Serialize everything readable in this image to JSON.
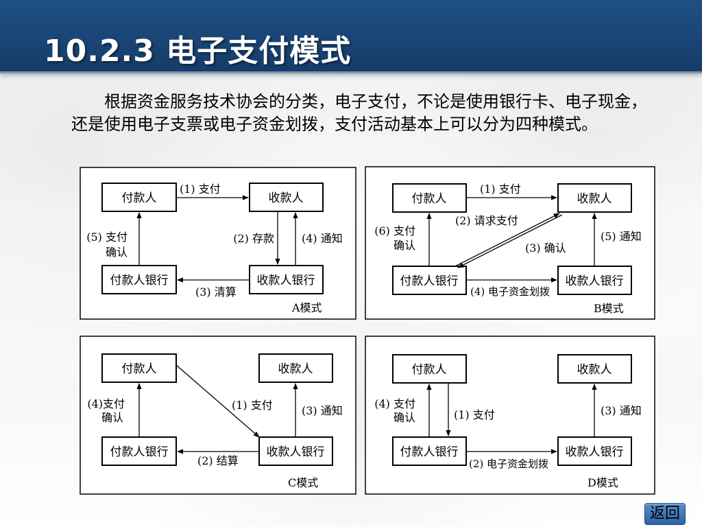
{
  "header": {
    "title": "10.2.3  电子支付模式"
  },
  "intro": {
    "text": "根据资金服务技术协会的分类，电子支付，不论是使用银行卡、电子现金，还是使用电子支票或电子资金划拨，支付活动基本上可以分为四种模式。"
  },
  "diagrams": {
    "a": {
      "caption": "A模式",
      "payer": "付款人",
      "payee": "收款人",
      "payer_bank": "付款人银行",
      "payee_bank": "收款人银行",
      "step1": "(1) 支付",
      "step2": "(2) 存款",
      "step3": "(3) 清算",
      "step4": "(4) 通知",
      "step5_line1": "(5) 支付",
      "step5_line2": "确认"
    },
    "b": {
      "caption": "B模式",
      "payer": "付款人",
      "payee": "收款人",
      "payer_bank": "付款人银行",
      "payee_bank": "收款人银行",
      "step1": "(1) 支付",
      "step2": "(2) 请求支付",
      "step3": "(3) 确认",
      "step4": "(4) 电子资金划拨",
      "step5": "(5) 通知",
      "step6_line1": "(6) 支付",
      "step6_line2": "确认"
    },
    "c": {
      "caption": "C模式",
      "payer": "付款人",
      "payee": "收款人",
      "payer_bank": "付款人银行",
      "payee_bank": "收款人银行",
      "step1": "(1) 支付",
      "step2": "(2) 结算",
      "step3": "(3) 通知",
      "step4_line1": "(4)支付",
      "step4_line2": "确认"
    },
    "d": {
      "caption": "D模式",
      "payer": "付款人",
      "payee": "收款人",
      "payer_bank": "付款人银行",
      "payee_bank": "收款人银行",
      "step1": "(1) 支付",
      "step2": "(2) 电子资金划拨",
      "step3": "(3) 通知",
      "step4_line1": "(4) 支付",
      "step4_line2": "确认"
    }
  },
  "nav": {
    "back_label": "返回"
  },
  "colors": {
    "header_bg": "#1a4576",
    "button_bg": "#2b62a5"
  }
}
